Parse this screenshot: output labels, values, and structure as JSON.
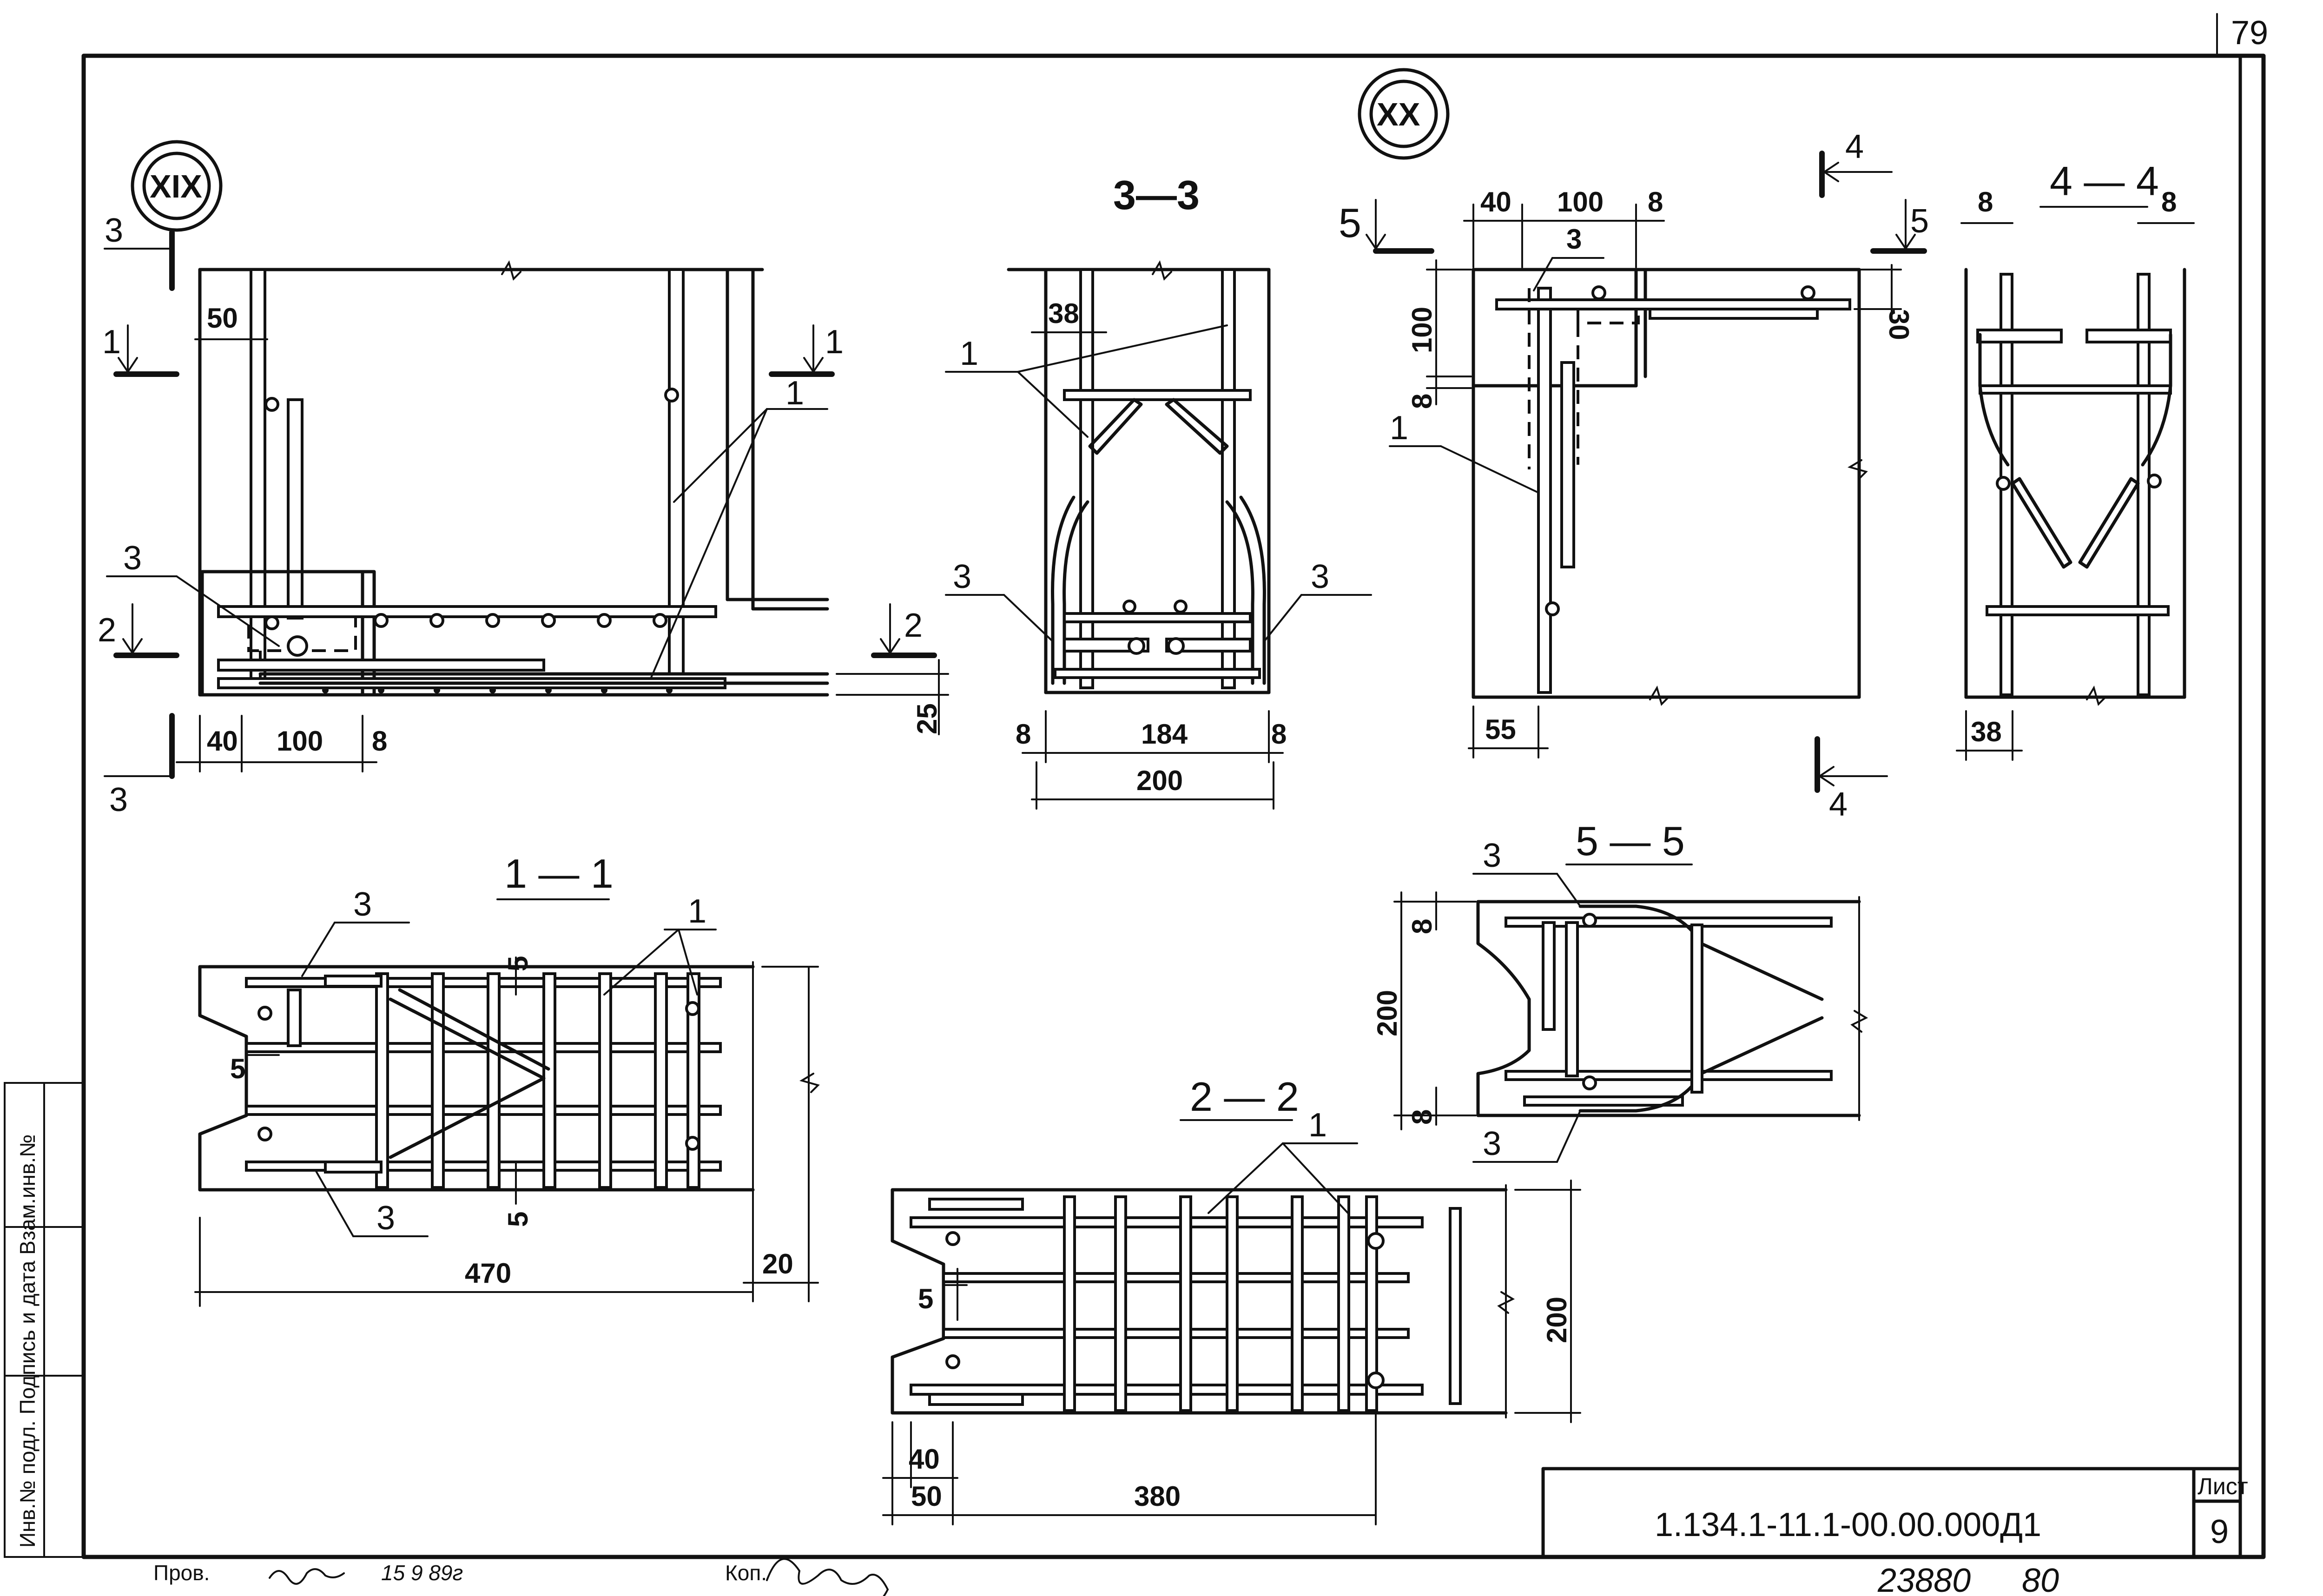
{
  "sheet": {
    "page_number": "79",
    "drawing_code": "1.134.1-11.1-00.00.000Д1",
    "sheet_label": "Лист",
    "sheet_number": "9",
    "archive_number": "23880",
    "archive_format": "80",
    "sidebar_text": "Инв.№ подл. Подпись и дата Взам.инв.№",
    "check_label": "Пров.",
    "check_date": "15  9  89г",
    "copy_label": "Коп."
  },
  "nodes": {
    "node_xix": "XIX",
    "node_xx": "XX"
  },
  "sections": {
    "s33": "3—3",
    "s44": "4 — 4",
    "s55": "5 — 5",
    "s11": "1 — 1",
    "s22": "2 — 2"
  },
  "view_xix": {
    "cut3_top": "3",
    "cut3_bot": "3",
    "cut1_left": "1",
    "cut1_right": "1",
    "cut2_left": "2",
    "cut2_right": "2",
    "pos1": "1",
    "pos3": "3",
    "d50": "50",
    "d40": "40",
    "d100": "100",
    "d8": "8",
    "d25": "25"
  },
  "view_33": {
    "pos1": "1",
    "pos3_left": "3",
    "pos3_right": "3",
    "d38": "38",
    "d8_left": "8",
    "d184": "184",
    "d8_right": "8",
    "d200": "200"
  },
  "view_xx": {
    "cut5_left": "5",
    "cut5_right": "5",
    "cut4_top": "4",
    "cut4_bot": "4",
    "pos1": "1",
    "pos3": "3",
    "d40": "40",
    "d100": "100",
    "d8_top": "8",
    "d30": "30",
    "d100_v": "100",
    "d8_v": "8",
    "d55": "55"
  },
  "view_44": {
    "d8_left": "8",
    "d8_right": "8",
    "d38": "38"
  },
  "view_55": {
    "pos3_top": "3",
    "pos3_bot": "3",
    "d8_top": "8",
    "d200": "200",
    "d8_bot": "8"
  },
  "view_11": {
    "pos3_top": "3",
    "pos3_bot": "3",
    "pos1": "1",
    "d5_top": "5",
    "d5_left": "5",
    "d5_bot": "5",
    "d470": "470",
    "d20": "20"
  },
  "view_22": {
    "pos1": "1",
    "d5": "5",
    "d200": "200",
    "d40": "40",
    "d50": "50",
    "d380": "380"
  }
}
